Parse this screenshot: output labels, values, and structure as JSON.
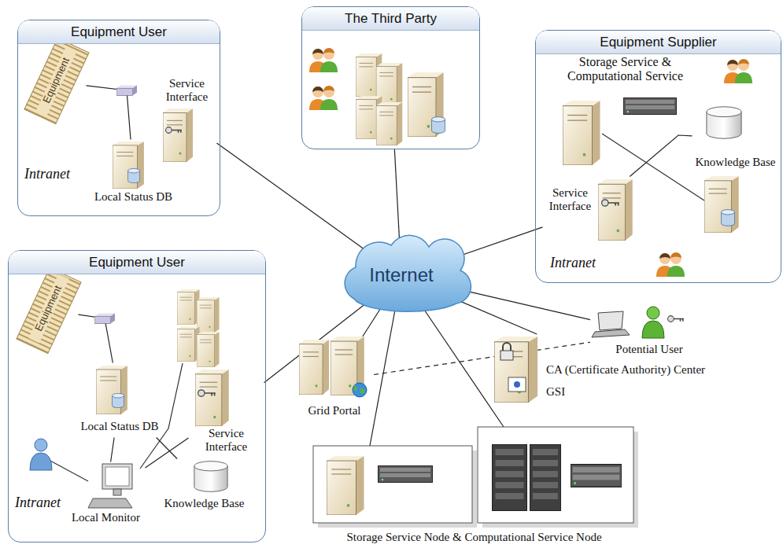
{
  "diagram": {
    "nodes": [
      {
        "text": [
          "Equipment User",
          "Intranet"
        ]
      },
      {
        "text": [
          "Equipment"
        ],
        "in": 0
      },
      {
        "text": [
          "Service Interface"
        ],
        "in": 0
      },
      {
        "text": [
          "Local Status DB"
        ],
        "in": 0
      },
      {
        "text": [
          "The Third Party"
        ]
      },
      {
        "text": [
          "Equipment Supplier",
          "Intranet"
        ]
      },
      {
        "text": [
          "Storage Service & Computational Service"
        ],
        "in": 5
      },
      {
        "text": [
          "Knowledge Base"
        ],
        "in": 5
      },
      {
        "text": [
          "Service Interface"
        ],
        "in": 5
      },
      {
        "text": [
          "Internet"
        ]
      },
      {
        "text": [
          "Equipment User",
          "Intranet"
        ]
      },
      {
        "text": [
          "Equipment"
        ],
        "in": 10
      },
      {
        "text": [
          "Local Status DB"
        ],
        "in": 10
      },
      {
        "text": [
          "Service Interface"
        ],
        "in": 10
      },
      {
        "text": [
          "Knowledge Base"
        ],
        "in": 10
      },
      {
        "text": [
          "Local Monitor"
        ],
        "in": 10
      },
      {
        "text": [
          "Grid Portal"
        ]
      },
      {
        "text": [
          "Potential User"
        ]
      },
      {
        "text": [
          "CA (Certificate Authority) Center",
          "GSI"
        ]
      },
      {
        "text": [
          "Storage Service Node & Computational Service Node"
        ]
      }
    ],
    "edges": [
      {
        "from": 1,
        "to": 3,
        "arrow": "none"
      },
      {
        "from": 9,
        "to": 2,
        "arrow": "none"
      },
      {
        "from": 9,
        "to": 4,
        "arrow": "none"
      },
      {
        "from": 9,
        "to": 8,
        "arrow": "none"
      },
      {
        "from": 8,
        "to": 7,
        "arrow": "none"
      },
      {
        "from": 11,
        "to": 12,
        "arrow": "none"
      },
      {
        "from": 12,
        "to": 15,
        "arrow": "none"
      },
      {
        "from": 12,
        "to": 14,
        "arrow": "none"
      },
      {
        "from": 13,
        "to": 15,
        "arrow": "none"
      },
      {
        "from": 9,
        "to": 13,
        "arrow": "none"
      },
      {
        "from": 9,
        "to": 16,
        "arrow": "none"
      },
      {
        "from": 16,
        "to": 17,
        "arrow": "none"
      },
      {
        "from": 9,
        "to": 17,
        "arrow": "none"
      },
      {
        "from": 9,
        "to": 18,
        "arrow": "none"
      },
      {
        "from": 9,
        "to": 19,
        "arrow": "none"
      },
      {
        "from": 9,
        "to": 19,
        "arrow": "none"
      }
    ]
  }
}
